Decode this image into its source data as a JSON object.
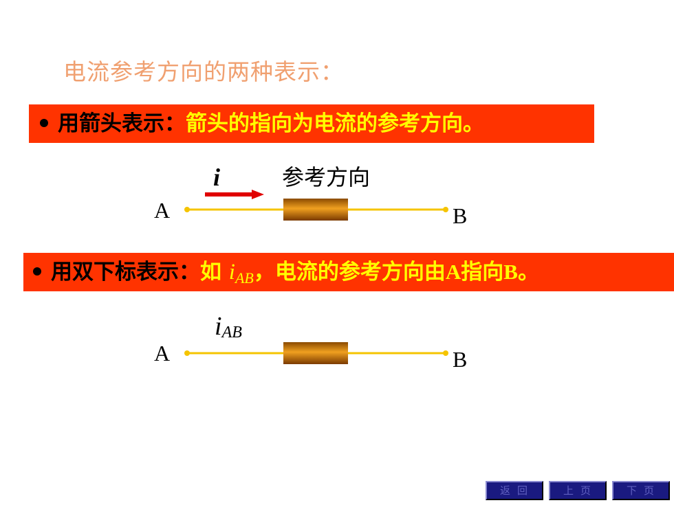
{
  "heading": "电流参考方向的两种表示：",
  "method1": {
    "lead": "用箭头表示：",
    "highlight": "箭头的指向为电流的参考方向。"
  },
  "method2": {
    "lead": "用双下标表示：",
    "highlight_prefix": "如 ",
    "var_symbol": "i",
    "var_subscript": "AB",
    "highlight_suffix_1": "，电流的参考方向由",
    "highlight_from": "A",
    "highlight_mid": "指向",
    "highlight_to": "B",
    "highlight_end": "。"
  },
  "diagram1": {
    "current_symbol": "i",
    "reference_label": "参考方向",
    "node_left": "A",
    "node_right": "B"
  },
  "diagram2": {
    "current_symbol": "i",
    "current_subscript": "AB",
    "node_left": "A",
    "node_right": "B"
  },
  "nav": {
    "back": "返回",
    "prev": "上页",
    "next": "下页"
  },
  "colors": {
    "heading": "#f0a070",
    "band": "#ff3300",
    "highlight": "#ffff00",
    "wire": "#f5c400",
    "arrow": "#e00000",
    "resistor": "#c07010"
  }
}
